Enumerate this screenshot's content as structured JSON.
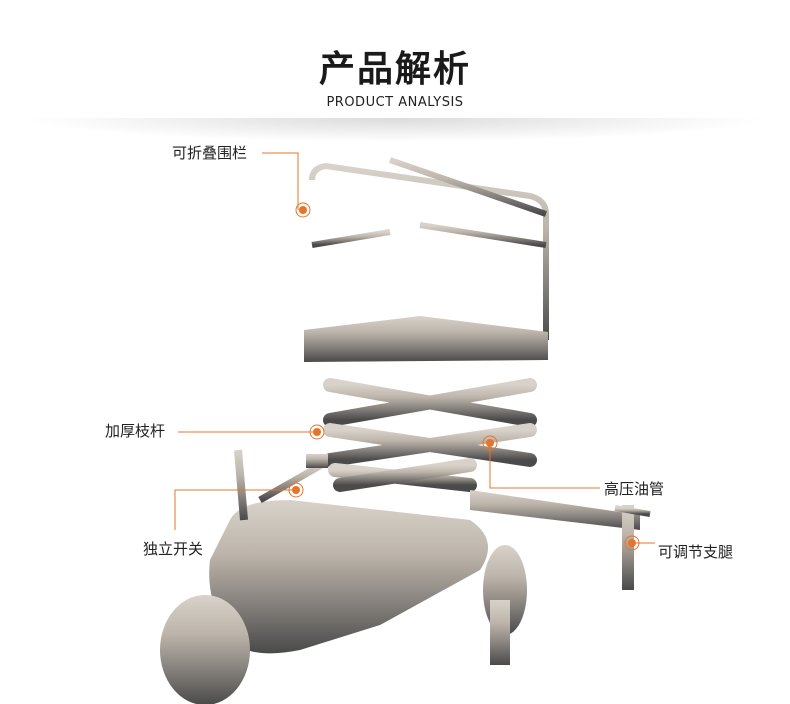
{
  "header": {
    "title": "产品解析",
    "subtitle": "PRODUCT ANALYSIS"
  },
  "callouts": {
    "guardrail": "可折叠围栏",
    "scissor_rod": "加厚枝杆",
    "independent_switch": "独立开关",
    "hydraulic_hose": "高压油管",
    "adjustable_leg": "可调节支腿"
  },
  "colors": {
    "accent": "#e8742a",
    "machine_top": "#c8c1b8",
    "machine_bottom": "#4a4a4a"
  }
}
